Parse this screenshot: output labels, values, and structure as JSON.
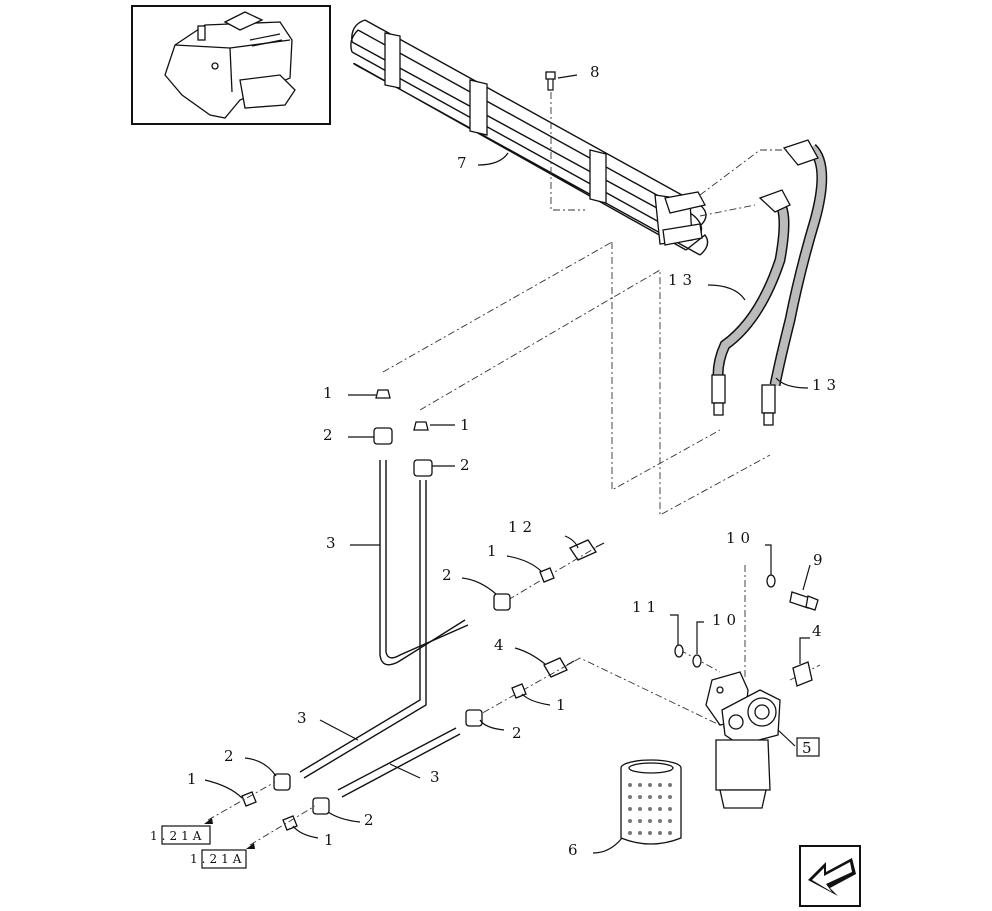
{
  "callouts": {
    "c1a": "1",
    "c1b": "1",
    "c1c": "1",
    "c1d": "1",
    "c1e": "1",
    "c1f": "1",
    "c2a": "2",
    "c2b": "2",
    "c2c": "2",
    "c2d": "2",
    "c2e": "2",
    "c2f": "2",
    "c3a": "3",
    "c3b": "3",
    "c3c": "3",
    "c4a": "4",
    "c4b": "4",
    "c5": "5",
    "c6": "6",
    "c7": "7",
    "c8": "8",
    "c9": "9",
    "c10a": "10",
    "c10b": "10",
    "c11": "11",
    "c12": "12",
    "c13a": "13",
    "c13b": "13"
  },
  "references": {
    "ref_a": "1.21A",
    "ref_b": "1.21A"
  },
  "icons": {
    "thumbnail": "machine-location-thumbnail",
    "nav": "navigation-arrow-icon"
  }
}
